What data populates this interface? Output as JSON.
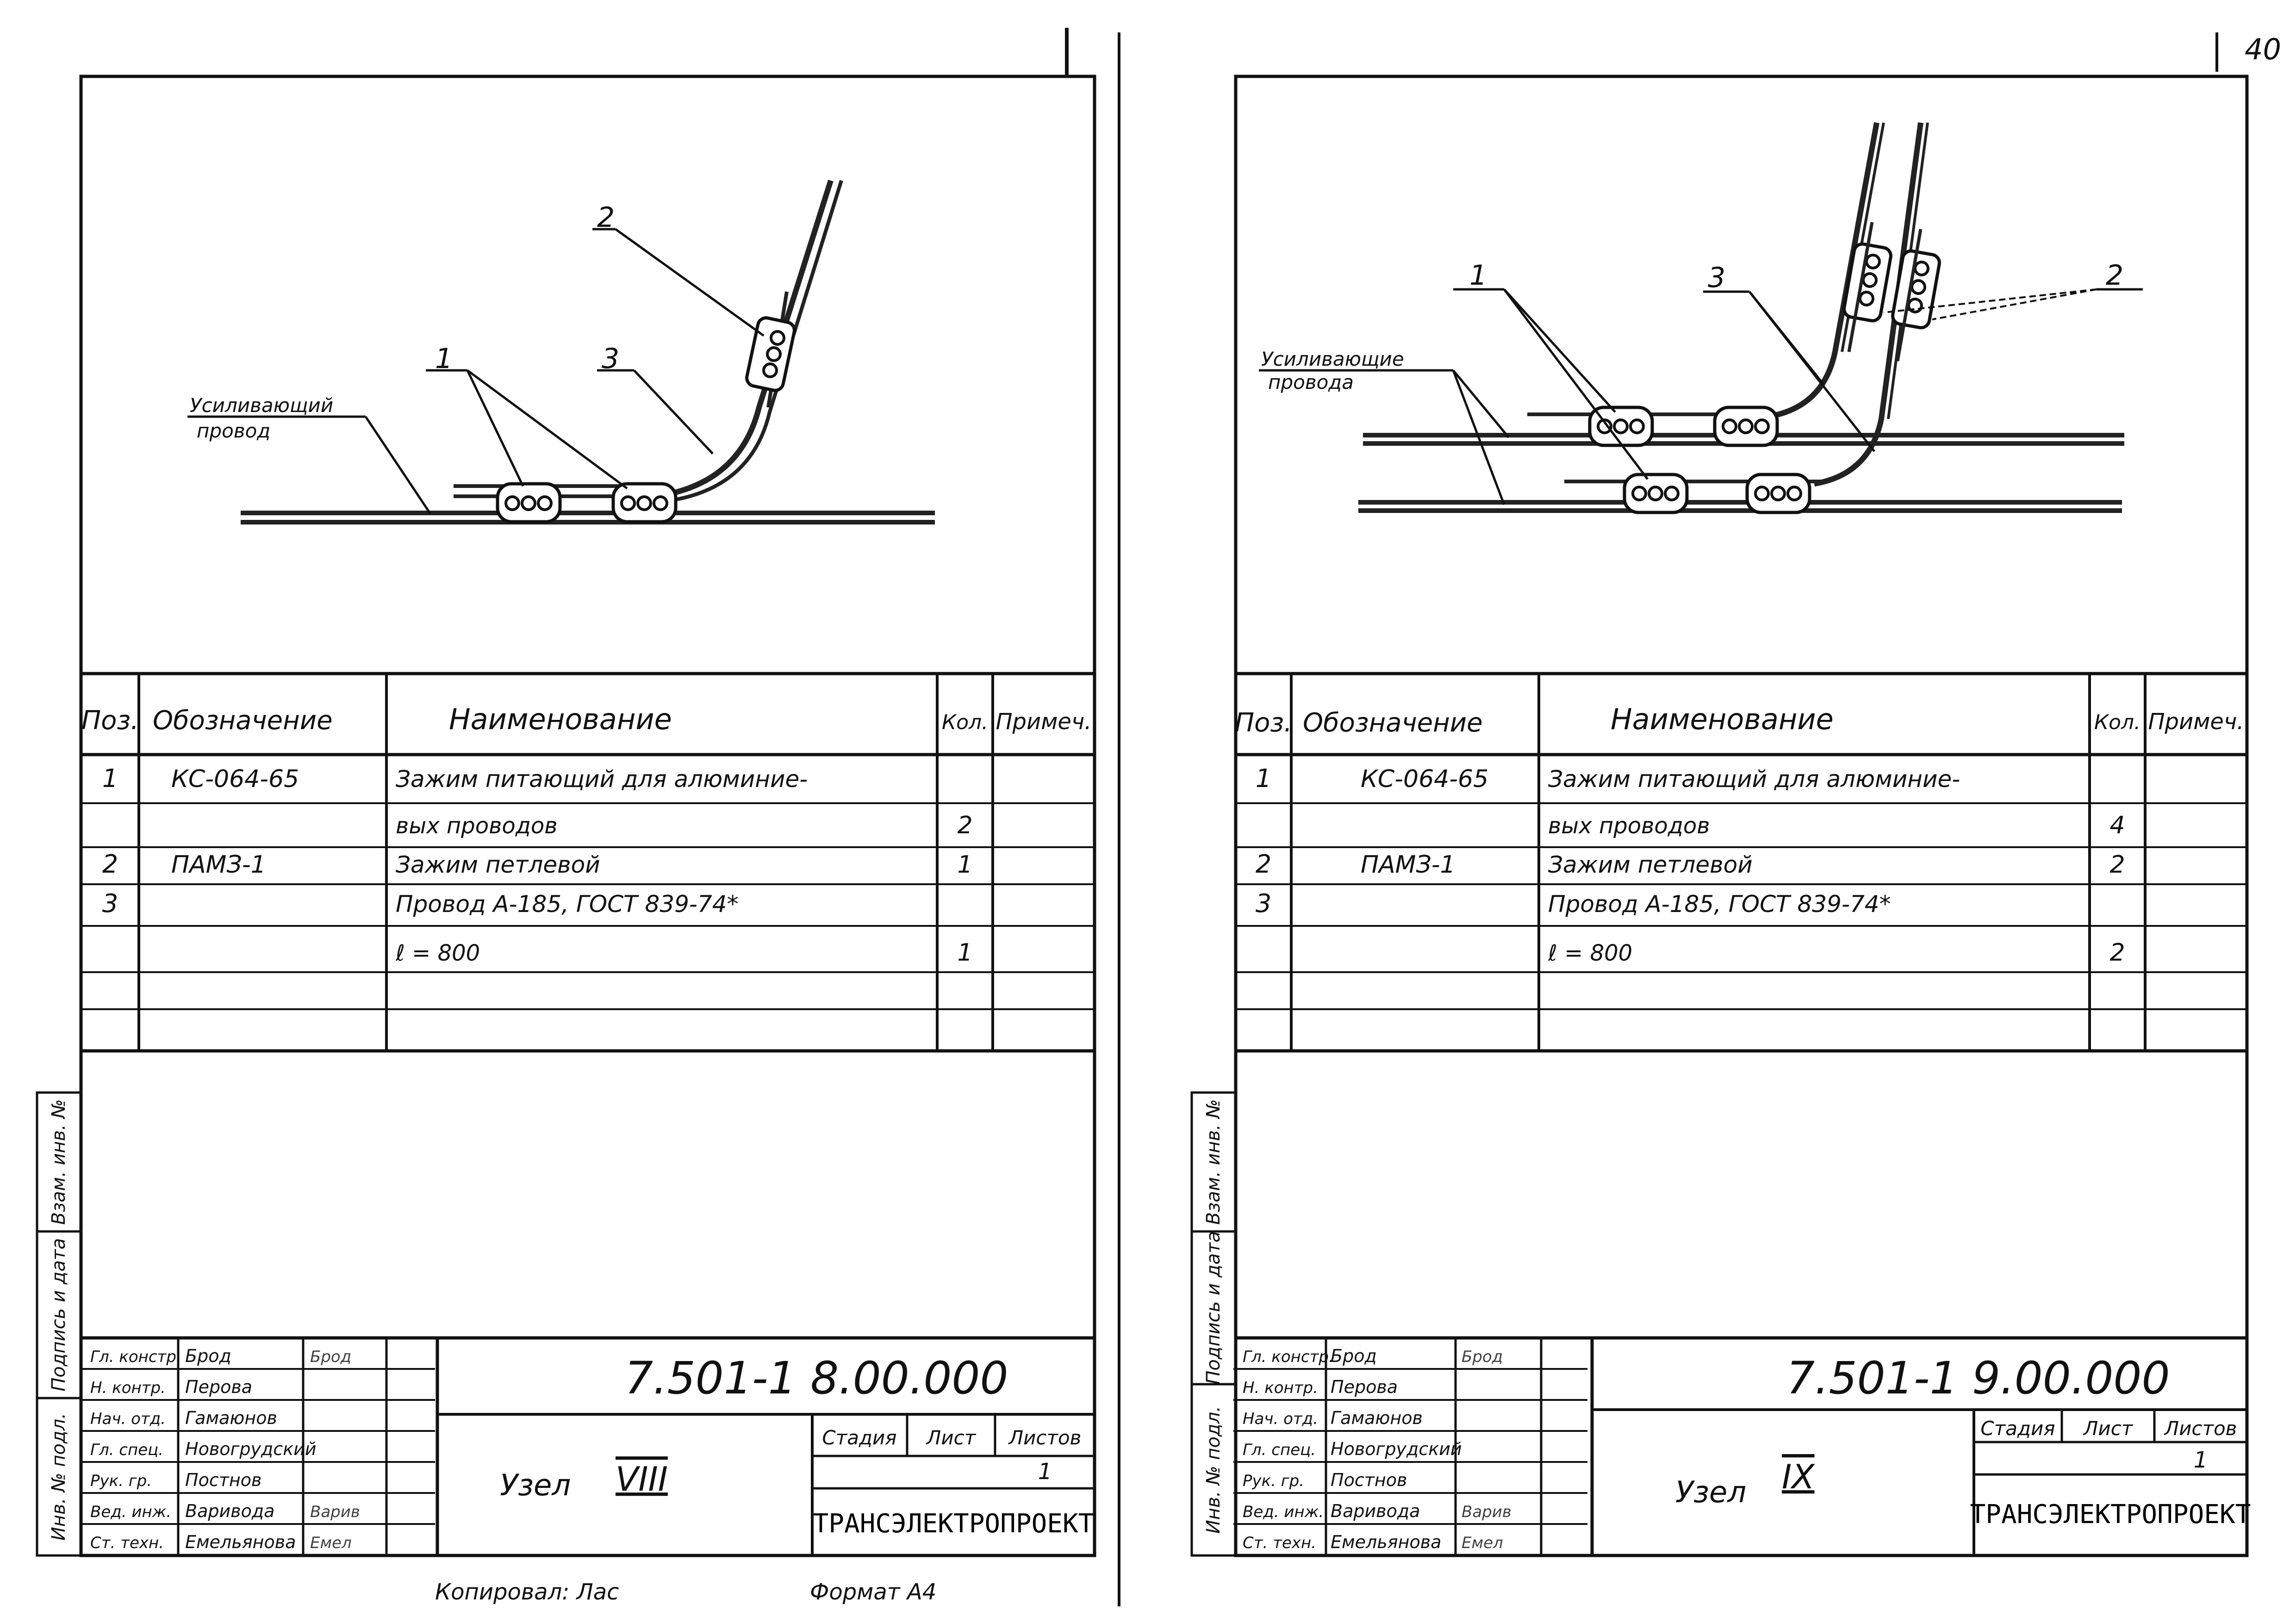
{
  "page_number": "40",
  "sheets": [
    {
      "id": "left",
      "callouts": [
        "1",
        "2",
        "3"
      ],
      "wire_label": [
        "Усиливающий",
        "провод"
      ],
      "table": {
        "headers": [
          "Поз.",
          "Обозначение",
          "Наименование",
          "Кол.",
          "Примеч."
        ],
        "rows": [
          [
            "1",
            "КС-064-65",
            "Зажим   питающий   для   алюминие-",
            "",
            ""
          ],
          [
            "",
            "",
            "вых   проводов",
            "2",
            ""
          ],
          [
            "2",
            "ПАМЗ-1",
            "Зажим     петлевой",
            "1",
            ""
          ],
          [
            "3",
            "",
            "Провод    А-185,    ГОСТ  839-74*",
            "",
            ""
          ],
          [
            "",
            "",
            "ℓ = 800",
            "1",
            ""
          ],
          [
            "",
            "",
            "",
            "",
            ""
          ],
          [
            "",
            "",
            "",
            "",
            ""
          ]
        ]
      },
      "side_labels": [
        "Взам. инв. №",
        "Подпись и дата",
        "Инв. № подл."
      ],
      "title_block": {
        "roles": [
          "Гл. констр.",
          "Н. контр.",
          "Нач. отд.",
          "Гл. спец.",
          "Рук. гр.",
          "Вед. инж.",
          "Ст. техн."
        ],
        "names": [
          "Брод",
          "Перова",
          "Гамаюнов",
          "Новогрудский",
          "Постнов",
          "Варивода",
          "Емельянова"
        ],
        "signatures": [
          "Брод",
          "",
          "",
          "",
          "",
          "Варив",
          "Емел"
        ],
        "doc_code": "7.501-1    8.00.000",
        "title": "Узел",
        "title_roman": "VIII",
        "stage_label": "Стадия",
        "sheet_label": "Лист",
        "sheets_label": "Листов",
        "stage_value": "",
        "sheet_value": "",
        "sheets_value": "1",
        "org": "ТРАНСЭЛЕКТРОПРОЕКТ"
      },
      "footer": [
        "Копировал:  Лас",
        "Формат  А4"
      ]
    },
    {
      "id": "right",
      "callouts": [
        "1",
        "2",
        "3"
      ],
      "wire_label": [
        "Усиливающие",
        "провода"
      ],
      "table": {
        "headers": [
          "Поз.",
          "Обозначение",
          "Наименование",
          "Кол.",
          "Примеч."
        ],
        "rows": [
          [
            "1",
            "КС-064-65",
            "Зажим   питающий   для   алюминие-",
            "",
            ""
          ],
          [
            "",
            "",
            "вых   проводов",
            "4",
            ""
          ],
          [
            "2",
            "ПАМЗ-1",
            "Зажим     петлевой",
            "2",
            ""
          ],
          [
            "3",
            "",
            "Провод    А-185,    ГОСТ  839-74*",
            "",
            ""
          ],
          [
            "",
            "",
            "ℓ = 800",
            "2",
            ""
          ],
          [
            "",
            "",
            "",
            "",
            ""
          ],
          [
            "",
            "",
            "",
            "",
            ""
          ]
        ]
      },
      "side_labels": [
        "Взам. инв. №",
        "Подпись и дата",
        "Инв. № подл."
      ],
      "title_block": {
        "roles": [
          "Гл. констр.",
          "Н. контр.",
          "Нач. отд.",
          "Гл. спец.",
          "Рук. гр.",
          "Вед. инж.",
          "Ст. техн."
        ],
        "names": [
          "Брод",
          "Перова",
          "Гамаюнов",
          "Новогрудский",
          "Постнов",
          "Варивода",
          "Емельянова"
        ],
        "signatures": [
          "Брод",
          "",
          "",
          "",
          "",
          "Варив",
          "Емел"
        ],
        "doc_code": "7.501-1    9.00.000",
        "title": "Узел",
        "title_roman": "IX",
        "stage_label": "Стадия",
        "sheet_label": "Лист",
        "sheets_label": "Листов",
        "stage_value": "",
        "sheet_value": "",
        "sheets_value": "1",
        "org": "ТРАНСЭЛЕКТРОПРОЕКТ"
      },
      "footer": [
        "",
        ""
      ]
    }
  ]
}
